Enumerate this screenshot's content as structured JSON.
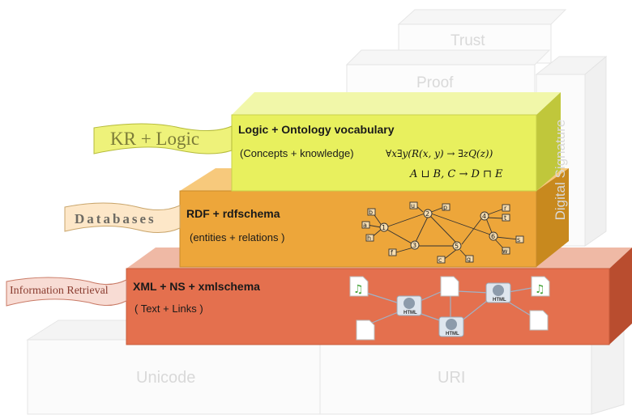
{
  "layers": {
    "unicode": "Unicode",
    "uri": "URI",
    "trust": "Trust",
    "proof": "Proof",
    "digital_signature": "Digital Signature"
  },
  "xml_layer": {
    "title": "XML + NS + xmlschema",
    "subtitle": "( Text +  Links )",
    "color": "#e4704e"
  },
  "rdf_layer": {
    "title": "RDF + rdfschema",
    "subtitle": "(entities  + relations )",
    "color": "#eda63a"
  },
  "logic_layer": {
    "title": "Logic + Ontology vocabulary",
    "subtitle": "(Concepts + knowledge)",
    "formula_1": "∀x∃y(R(x, y) → ∃zQ(z))",
    "formula_2": "A ⊔ B, C → D ⊓ E",
    "color": "#e8f05e"
  },
  "banners": {
    "kr": "KR + Logic",
    "databases": "Databases",
    "ir": "Information Retrieval"
  },
  "graph_nodes": [
    "b",
    "a",
    "h",
    "1",
    "u",
    "p",
    "2",
    "3",
    "f",
    "5",
    "c",
    "g",
    "4",
    "r",
    "t",
    "6",
    "s",
    "w"
  ],
  "html_icon_label": "HTML",
  "icons": [
    "music-file-icon",
    "blank-file-icon",
    "html-globe-icon"
  ]
}
